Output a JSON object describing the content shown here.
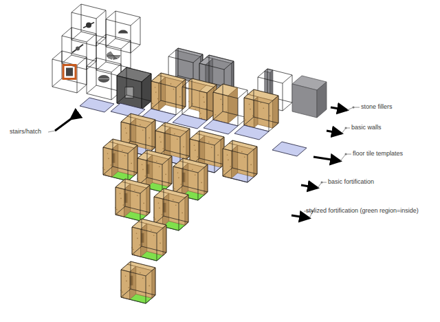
{
  "diagram": {
    "labels": [
      "stone fillers",
      "basic walls",
      "stairs/hatch",
      "floor tile templates",
      "basic fortification",
      "stylized fortification (green region=inside)"
    ]
  }
}
